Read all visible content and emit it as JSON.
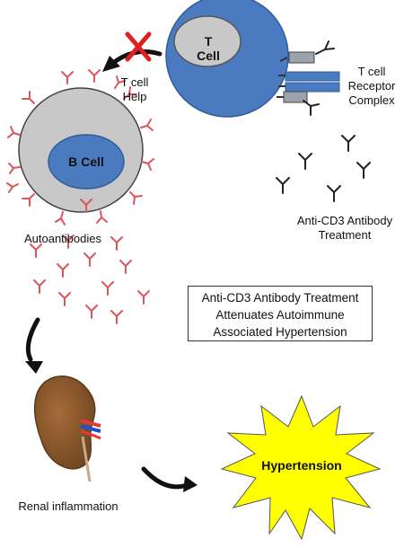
{
  "t_cell": {
    "label": "T Cell"
  },
  "b_cell": {
    "label": "B Cell"
  },
  "t_cell_help": {
    "line1": "T cell",
    "line2": "Help"
  },
  "tcr": {
    "line1": "T cell",
    "line2": "Receptor",
    "line3": "Complex"
  },
  "anti_cd3": {
    "line1": "Anti-CD3 Antibody",
    "line2": "Treatment"
  },
  "autoantibodies": {
    "label": "Autoantibodies"
  },
  "summary": {
    "line1": "Anti-CD3 Antibody Treatment",
    "line2": "Attenuates Autoimmune",
    "line3": "Associated Hypertension"
  },
  "renal": {
    "label": "Renal inflammation"
  },
  "hypertension": {
    "label": "Hypertension"
  },
  "colors": {
    "t_cell_blue": "#4a7bc0",
    "cell_gray": "#c8c8c8",
    "b_cell_blue": "#4a7bc0",
    "autoantibody_red": "#d9565a",
    "antibody_black": "#222222",
    "inhibit_red": "#e02020",
    "starburst_yellow": "#ffff00",
    "kidney_brown": "#8b5a2b"
  },
  "icons": [
    "inhibit-x-icon",
    "curved-arrow-icon",
    "antibody-icon",
    "kidney-icon",
    "starburst-icon"
  ]
}
